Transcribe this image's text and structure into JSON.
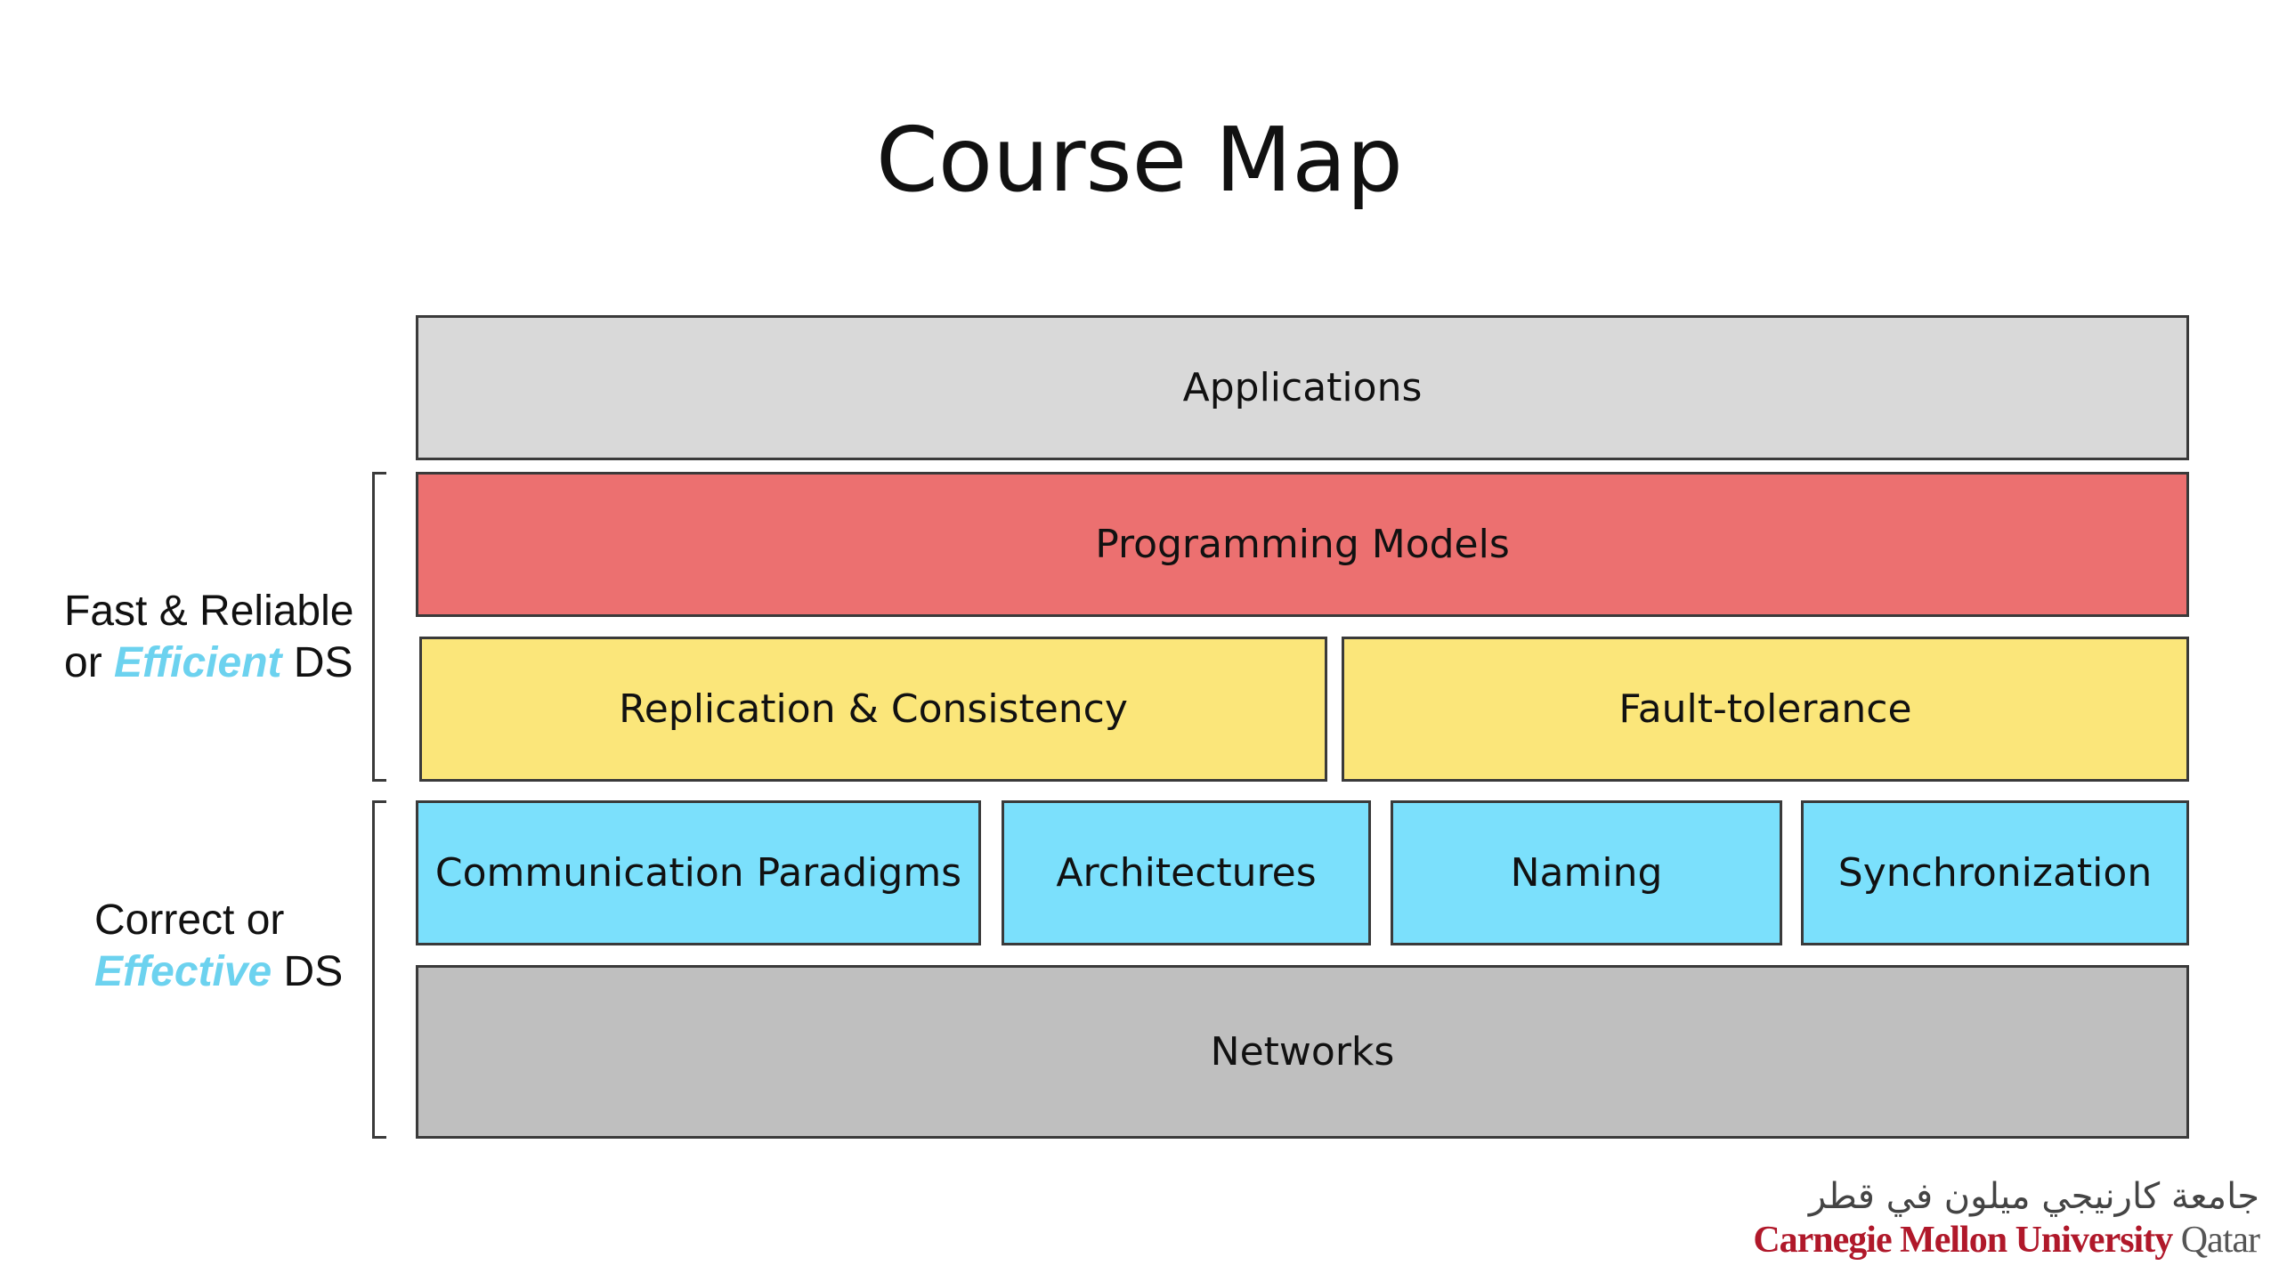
{
  "slide": {
    "title": "Course Map"
  },
  "layers": {
    "applications": "Applications",
    "programming_models": "Programming Models",
    "replication_consistency": "Replication & Consistency",
    "fault_tolerance": "Fault-tolerance",
    "communication_paradigms": "Communication Paradigms",
    "architectures": "Architectures",
    "naming": "Naming",
    "synchronization": "Synchronization",
    "networks": "Networks"
  },
  "side_labels": {
    "upper_line1": "Fast & Reliable",
    "upper_line2_prefix": "or ",
    "upper_line2_em": "Efficient",
    "upper_line2_suffix": " DS",
    "lower_line1": "Correct or",
    "lower_line2_em": "Effective",
    "lower_line2_suffix": " DS"
  },
  "logo": {
    "arabic": "جامعة كارنيجي ميلون في قطر",
    "english_main": "Carnegie Mellon University",
    "english_suffix": " Qatar"
  },
  "colors": {
    "applications": "#d9d9d9",
    "programming_models": "#ec7070",
    "middle_layer": "#fbe67a",
    "foundation_layer": "#7be0fc",
    "networks": "#bfbfbf",
    "emphasis_text": "#6cd2ef",
    "logo_red": "#b0182a"
  }
}
